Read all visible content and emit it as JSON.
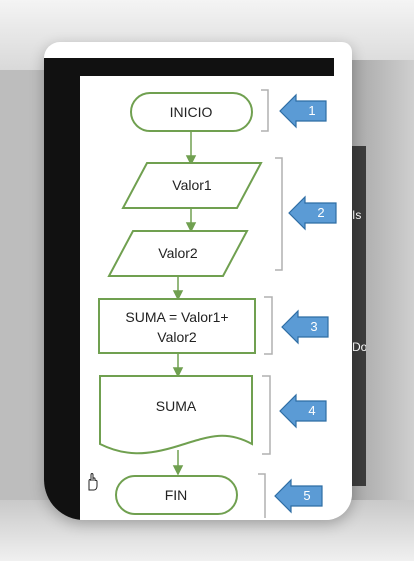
{
  "flowchart": {
    "nodes": [
      {
        "id": "inicio",
        "shape": "terminal",
        "lines": [
          "INICIO"
        ]
      },
      {
        "id": "valor1",
        "shape": "parallelogram",
        "lines": [
          "Valor1"
        ]
      },
      {
        "id": "valor2",
        "shape": "parallelogram",
        "lines": [
          "Valor2"
        ]
      },
      {
        "id": "suma_proc",
        "shape": "process",
        "lines": [
          "SUMA = Valor1+",
          "Valor2"
        ]
      },
      {
        "id": "suma_doc",
        "shape": "document",
        "lines": [
          "SUMA"
        ]
      },
      {
        "id": "fin",
        "shape": "terminal",
        "lines": [
          "FIN"
        ]
      }
    ],
    "markers": [
      {
        "label": "1",
        "bracket": "inicio"
      },
      {
        "label": "2",
        "bracket": "valor1-valor2"
      },
      {
        "label": "3",
        "bracket": "suma_proc"
      },
      {
        "label": "4",
        "bracket": "suma_doc"
      },
      {
        "label": "5",
        "bracket": "fin"
      }
    ],
    "colors": {
      "shape_stroke": "#70a050",
      "marker_fill": "#5b9bd5",
      "marker_stroke": "#2e6da4",
      "bracket": "#b0b0b0"
    }
  },
  "background_fragments": [
    "Is",
    "Do"
  ]
}
